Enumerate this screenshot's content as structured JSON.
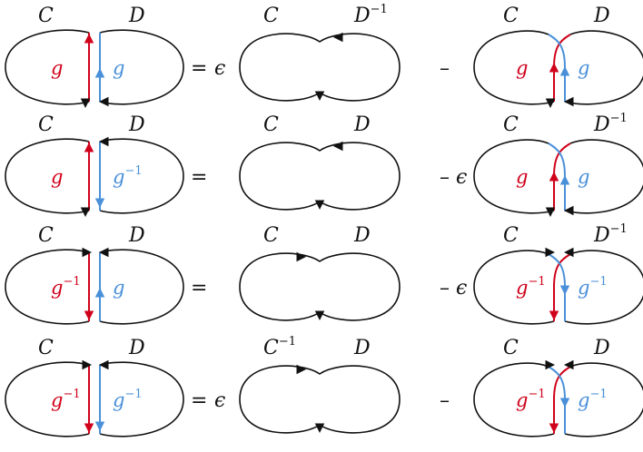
{
  "rows": [
    {
      "cols": [
        {
          "top_left": "C",
          "top_left_sup": "",
          "top_right": "D",
          "top_right_sup": "",
          "g_left": "g",
          "g_left_sup": "",
          "g_right": "g",
          "g_right_sup": ""
        },
        {
          "top_left": "C",
          "top_left_sup": "",
          "top_right": "D",
          "top_right_sup": "−1",
          "g_left": "",
          "g_left_sup": "",
          "g_right": "",
          "g_right_sup": ""
        },
        {
          "top_left": "C",
          "top_left_sup": "",
          "top_right": "D",
          "top_right_sup": "",
          "g_left": "g",
          "g_left_sup": "",
          "g_right": "g",
          "g_right_sup": ""
        }
      ],
      "op1": "=",
      "coef1": "ϵ",
      "op2": "–",
      "coef2": ""
    },
    {
      "cols": [
        {
          "top_left": "C",
          "top_left_sup": "",
          "top_right": "D",
          "top_right_sup": "",
          "g_left": "g",
          "g_left_sup": "",
          "g_right": "g",
          "g_right_sup": "−1"
        },
        {
          "top_left": "C",
          "top_left_sup": "",
          "top_right": "D",
          "top_right_sup": "",
          "g_left": "",
          "g_left_sup": "",
          "g_right": "",
          "g_right_sup": ""
        },
        {
          "top_left": "C",
          "top_left_sup": "",
          "top_right": "D",
          "top_right_sup": "−1",
          "g_left": "g",
          "g_left_sup": "",
          "g_right": "g",
          "g_right_sup": ""
        }
      ],
      "op1": "=",
      "coef1": "",
      "op2": "–",
      "coef2": "ϵ"
    },
    {
      "cols": [
        {
          "top_left": "C",
          "top_left_sup": "",
          "top_right": "D",
          "top_right_sup": "",
          "g_left": "g",
          "g_left_sup": "−1",
          "g_right": "g",
          "g_right_sup": ""
        },
        {
          "top_left": "C",
          "top_left_sup": "",
          "top_right": "D",
          "top_right_sup": "",
          "g_left": "",
          "g_left_sup": "",
          "g_right": "",
          "g_right_sup": ""
        },
        {
          "top_left": "C",
          "top_left_sup": "",
          "top_right": "D",
          "top_right_sup": "−1",
          "g_left": "g",
          "g_left_sup": "−1",
          "g_right": "g",
          "g_right_sup": "−1"
        }
      ],
      "op1": "=",
      "coef1": "",
      "op2": "–",
      "coef2": "ϵ"
    },
    {
      "cols": [
        {
          "top_left": "C",
          "top_left_sup": "",
          "top_right": "D",
          "top_right_sup": "",
          "g_left": "g",
          "g_left_sup": "−1",
          "g_right": "g",
          "g_right_sup": "−1"
        },
        {
          "top_left": "C",
          "top_left_sup": "−1",
          "top_right": "D",
          "top_right_sup": "",
          "g_left": "",
          "g_left_sup": "",
          "g_right": "",
          "g_right_sup": ""
        },
        {
          "top_left": "C",
          "top_left_sup": "",
          "top_right": "D",
          "top_right_sup": "",
          "g_left": "g",
          "g_left_sup": "−1",
          "g_right": "g",
          "g_right_sup": "−1"
        }
      ],
      "op1": "=",
      "coef1": "ϵ",
      "op2": "–",
      "coef2": ""
    }
  ],
  "colors": {
    "red": "#d0021b",
    "blue": "#4a90d9",
    "ink": "#111111"
  }
}
